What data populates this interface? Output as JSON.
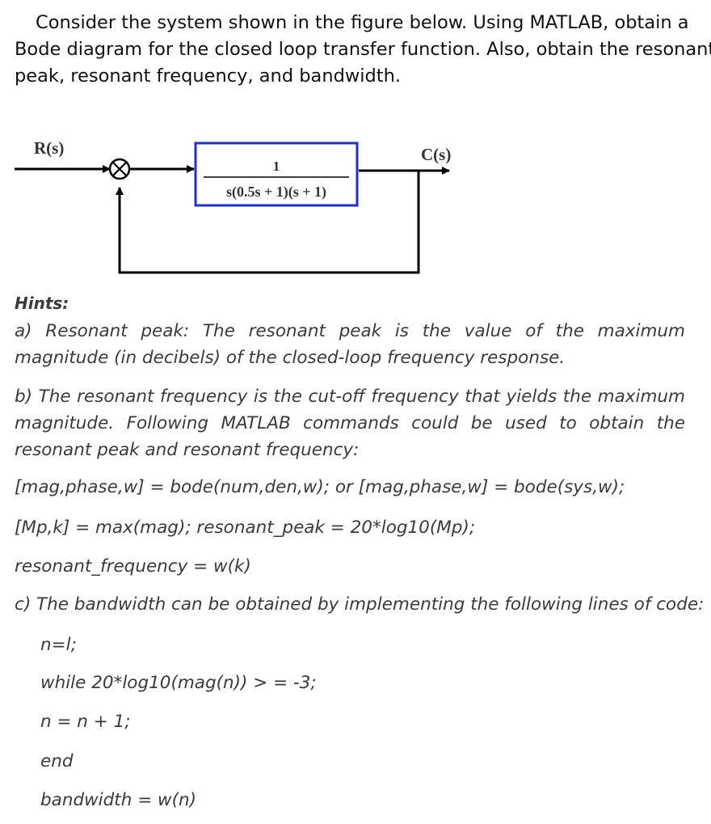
{
  "question": {
    "lines": [
      "Consider the system shown in the figure below. Using MATLAB, obtain a",
      "Bode diagram for the closed loop transfer function. Also, obtain the resonant",
      "peak, resonant frequency, and bandwidth."
    ]
  },
  "figure": {
    "input_label": "R(s)",
    "output_label": "C(s)",
    "numerator": "1",
    "denominator": "s(0.5s + 1)(s + 1)",
    "colors": {
      "box_border": "#1f2fd1",
      "line": "#000000"
    }
  },
  "hints": {
    "title": "Hints:",
    "a": "a) Resonant peak: The resonant peak is the value of the maximum magnitude (in decibels) of the closed-loop frequency response.",
    "b": "b) The resonant frequency is the cut-off frequency that yields the maximum magnitude. Following MATLAB commands could be used to obtain the resonant peak and resonant frequency:",
    "code1": "[mag,phase,w] = bode(num,den,w); or [mag,phase,w] = bode(sys,w);",
    "code2": "[Mp,k] = max(mag); resonant_peak = 20*log10(Mp);",
    "code3": "resonant_frequency = w(k)",
    "c": "c) The bandwidth can be obtained by implementing the following lines of code:",
    "code_c": [
      "n=l;",
      "while 20*log10(mag(n)) > = -3;",
      "n = n + 1;",
      "end",
      "bandwidth = w(n)"
    ]
  }
}
